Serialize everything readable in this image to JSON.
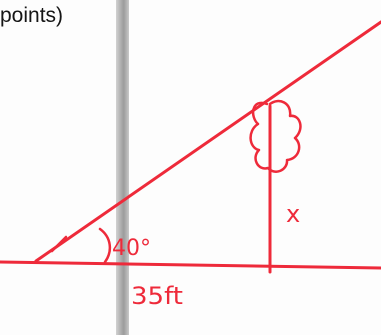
{
  "header": {
    "fragment_text": "points)"
  },
  "diagram": {
    "angle_label": "40°",
    "base_label": "35ft",
    "height_label": "x",
    "ink_color": "#ee2a3a"
  }
}
